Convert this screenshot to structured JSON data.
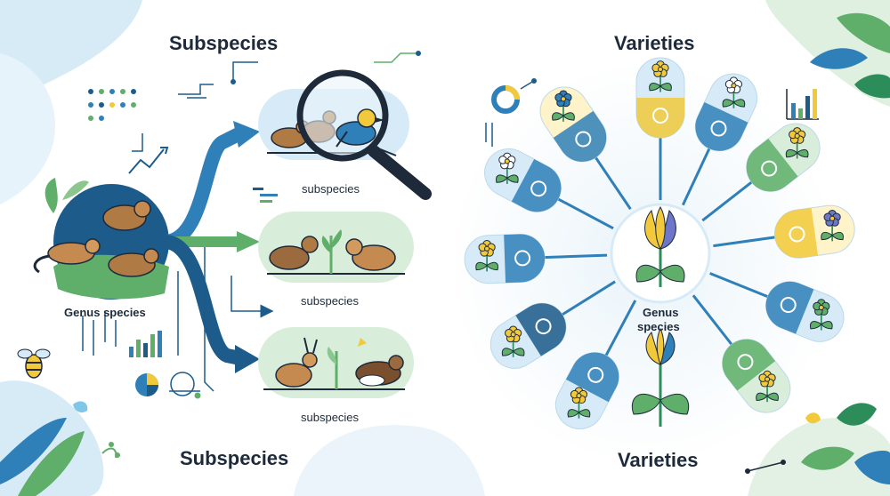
{
  "left": {
    "title_top": "Subspecies",
    "title_bottom": "Subspecies",
    "genus_label": "Genus species",
    "branch_labels": [
      "subspecies",
      "subspecies",
      "subspecies"
    ]
  },
  "right": {
    "title_top": "Varieties",
    "title_bottom": "Varieties",
    "center_label_line1": "Genus",
    "center_label_line2": "species"
  },
  "colors": {
    "navy": "#1d5b8a",
    "blue": "#2f7fb8",
    "light_blue": "#d6ebf7",
    "green": "#5fae6a",
    "light_green": "#d8eedb",
    "yellow": "#f1c93b",
    "dark": "#1e2a3a",
    "brown": "#b07a45"
  },
  "icons": [
    "magnifying-glass-icon",
    "bee-icon",
    "bar-chart-icon",
    "pie-chart-icon",
    "flower-icon",
    "leaf-icon",
    "animal-icon",
    "gauge-icon"
  ]
}
